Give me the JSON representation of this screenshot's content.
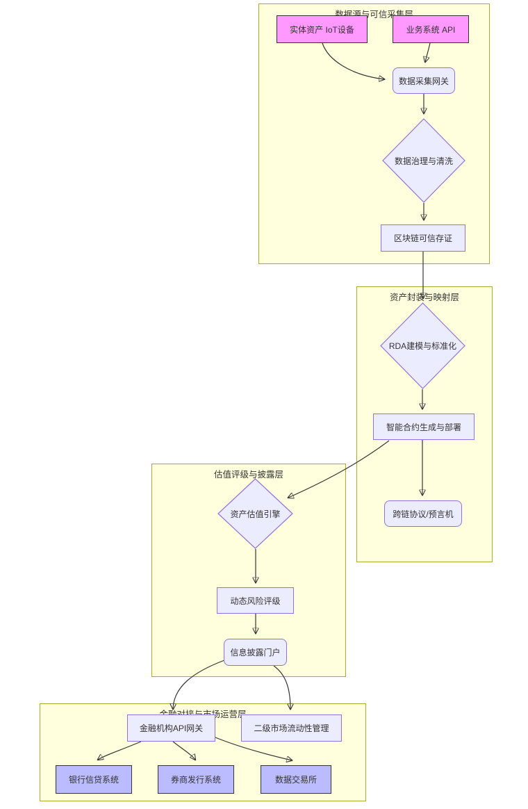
{
  "diagram_type": "flowchart",
  "colors": {
    "page_background": "#ffffff",
    "container_fill": "#ffffde",
    "container_border": "#aaaa33",
    "node_fill": "#ececff",
    "node_border": "#9370db",
    "source_node_fill": "#ff99ff",
    "source_node_border": "#333333",
    "endpoint_node_fill": "#bbbbff",
    "endpoint_node_border": "#333333",
    "edge_color": "#333333",
    "text_color": "#333333"
  },
  "containers": [
    {
      "title": "数据源与可信采集层"
    },
    {
      "title": "资产封装与映射层"
    },
    {
      "title": "估值评级与披露层"
    },
    {
      "title": "金融对接与市场运营层"
    }
  ],
  "nodes": {
    "iot": {
      "label": "实体资产 IoT设备",
      "shape": "rect",
      "style": "pink"
    },
    "api": {
      "label": "业务系统 API",
      "shape": "rect",
      "style": "pink"
    },
    "gateway": {
      "label": "数据采集网关",
      "shape": "rounded",
      "style": "default"
    },
    "clean": {
      "label": "数据治理与清洗",
      "shape": "diamond",
      "style": "default"
    },
    "chain": {
      "label": "区块链可信存证",
      "shape": "rect",
      "style": "default"
    },
    "rda": {
      "label": "RDA建模与标准化",
      "shape": "diamond",
      "style": "default"
    },
    "contract": {
      "label": "智能合约生成与部署",
      "shape": "rect",
      "style": "default"
    },
    "crosschain": {
      "label": "跨链协议/预言机",
      "shape": "rounded",
      "style": "default"
    },
    "valuation": {
      "label": "资产估值引擎",
      "shape": "diamond",
      "style": "default"
    },
    "risk": {
      "label": "动态风险评级",
      "shape": "rect",
      "style": "default"
    },
    "portal": {
      "label": "信息披露门户",
      "shape": "rounded",
      "style": "default"
    },
    "finapi": {
      "label": "金融机构API网关",
      "shape": "rect",
      "style": "default"
    },
    "liquidity": {
      "label": "二级市场流动性管理",
      "shape": "rect",
      "style": "default"
    },
    "bank": {
      "label": "银行信贷系统",
      "shape": "rect",
      "style": "blue"
    },
    "broker": {
      "label": "券商发行系统",
      "shape": "rect",
      "style": "blue"
    },
    "exchange": {
      "label": "数据交易所",
      "shape": "rect",
      "style": "blue"
    }
  },
  "edges": [
    {
      "from": "iot",
      "to": "gateway"
    },
    {
      "from": "api",
      "to": "gateway"
    },
    {
      "from": "gateway",
      "to": "clean"
    },
    {
      "from": "clean",
      "to": "chain"
    },
    {
      "from": "chain",
      "to": "rda"
    },
    {
      "from": "rda",
      "to": "contract"
    },
    {
      "from": "contract",
      "to": "crosschain"
    },
    {
      "from": "contract",
      "to": "valuation"
    },
    {
      "from": "valuation",
      "to": "risk"
    },
    {
      "from": "risk",
      "to": "portal"
    },
    {
      "from": "portal",
      "to": "finapi"
    },
    {
      "from": "portal",
      "to": "liquidity"
    },
    {
      "from": "finapi",
      "to": "bank"
    },
    {
      "from": "finapi",
      "to": "broker"
    },
    {
      "from": "finapi",
      "to": "exchange"
    }
  ]
}
